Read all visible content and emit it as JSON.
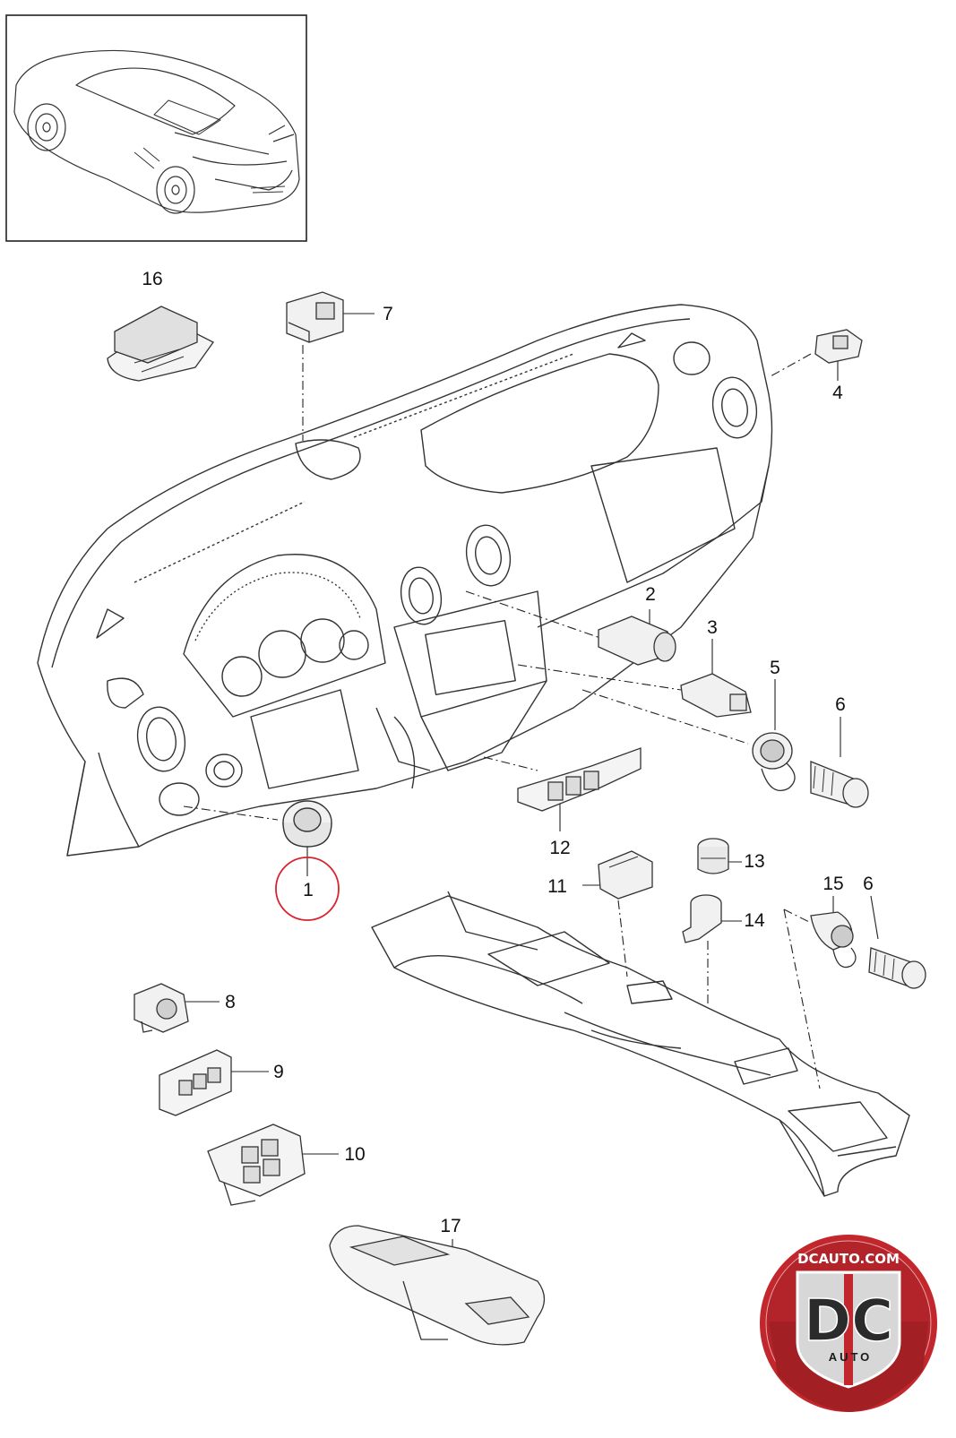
{
  "diagram": {
    "callouts": {
      "p1": "1",
      "p2": "2",
      "p3": "3",
      "p4": "4",
      "p5": "5",
      "p6a": "6",
      "p6b": "6",
      "p7": "7",
      "p8": "8",
      "p9": "9",
      "p10": "10",
      "p11": "11",
      "p12": "12",
      "p13": "13",
      "p14": "14",
      "p15": "15",
      "p16": "16",
      "p17": "17"
    },
    "highlighted_part": "1",
    "highlight_color": "#d9232e"
  },
  "logo": {
    "top_text": "DCAUTO.COM",
    "mark": "DC",
    "bottom_text": "AUTO",
    "ring_color": "#c1272d",
    "badge_color": "#d7d7d7"
  }
}
